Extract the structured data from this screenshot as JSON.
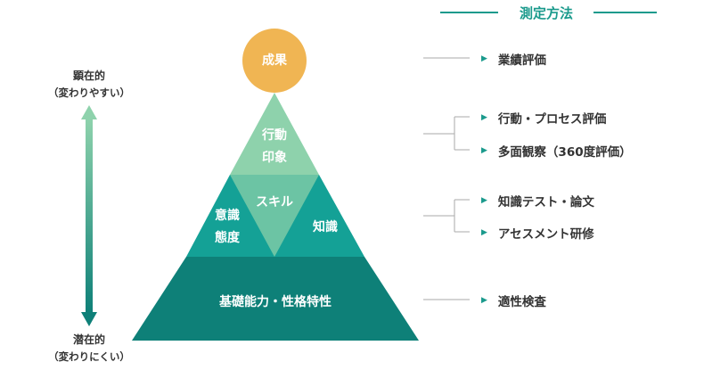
{
  "axis": {
    "top_label": "顕在的",
    "top_sub": "（変わりやすい）",
    "bottom_label": "潜在的",
    "bottom_sub": "（変わりにくい）"
  },
  "pyramid": {
    "circle_label": "成果",
    "top_line1": "行動",
    "top_line2": "印象",
    "center_label": "スキル",
    "left_line1": "意識",
    "left_line2": "態度",
    "right_label": "知識",
    "base_label": "基礎能力・性格特性"
  },
  "methods": {
    "title": "測定方法",
    "items": [
      "業績評価",
      "行動・プロセス評価",
      "多面観察（360度評価）",
      "知識テスト・論文",
      "アセスメント研修",
      "適性検査"
    ]
  },
  "colors": {
    "circle": "#f0b553",
    "tier_top": "#8ed2ac",
    "tier_center": "#6cc4a4",
    "tier_mid": "#14a196",
    "tier_base": "#0e8078",
    "accent": "#1a9a8c",
    "connector": "#aaaaaa"
  }
}
